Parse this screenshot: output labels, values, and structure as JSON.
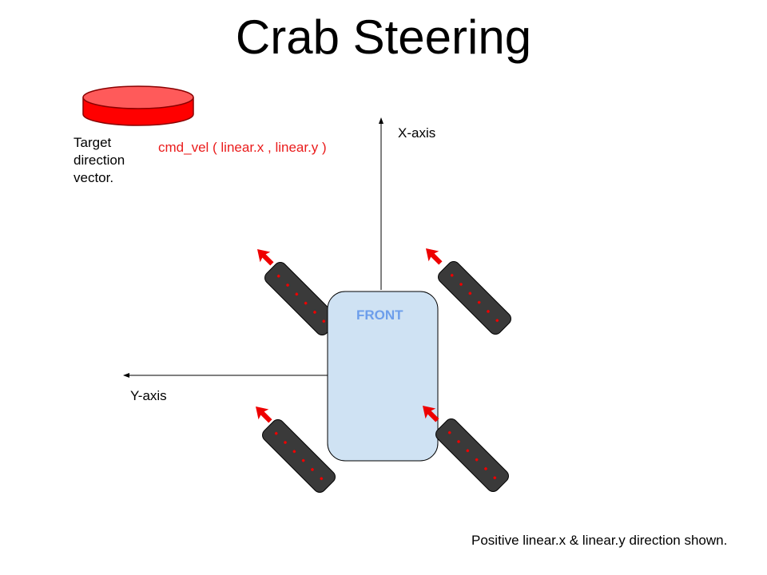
{
  "title": "Crab Steering",
  "legend": {
    "text_lines": [
      "Target",
      "direction",
      "vector."
    ],
    "color": "#ff0000"
  },
  "cmd_vel_label": "cmd_vel ( linear.x , linear.y )",
  "axes": {
    "x_label": "X-axis",
    "y_label": "Y-axis"
  },
  "robot": {
    "front_label": "FRONT",
    "body_color": "#cfe2f3",
    "wheel_color": "#3a3a3a",
    "arrow_color": "#ee0000"
  },
  "footnote": "Positive linear.x & linear.y direction shown."
}
